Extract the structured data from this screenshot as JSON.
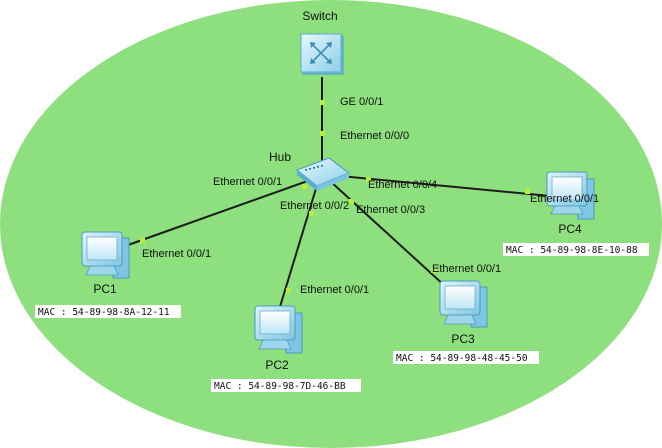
{
  "topology": {
    "background_color": "#8de07d",
    "link_color": "#1c1c1c",
    "port_dot_color": "#b9ee3a",
    "devices": {
      "switch": {
        "name": "Switch",
        "icon": "switch-icon"
      },
      "hub": {
        "name": "Hub",
        "icon": "hub-icon"
      },
      "pc1": {
        "name": "PC1",
        "icon": "pc-icon",
        "mac": "MAC : 54-89-98-8A-12-11"
      },
      "pc2": {
        "name": "PC2",
        "icon": "pc-icon",
        "mac": "MAC : 54-89-98-7D-46-BB"
      },
      "pc3": {
        "name": "PC3",
        "icon": "pc-icon",
        "mac": "MAC : 54-89-98-48-45-50"
      },
      "pc4": {
        "name": "PC4",
        "icon": "pc-icon",
        "mac": "MAC : 54-89-98-8E-10-88"
      }
    },
    "links": [
      {
        "from": "switch",
        "to": "hub",
        "from_port": "GE 0/0/1",
        "to_port": "Ethernet 0/0/0"
      },
      {
        "from": "hub",
        "to": "pc1",
        "from_port": "Ethernet 0/0/1",
        "to_port": "Ethernet 0/0/1"
      },
      {
        "from": "hub",
        "to": "pc2",
        "from_port": "Ethernet 0/0/2",
        "to_port": "Ethernet 0/0/1"
      },
      {
        "from": "hub",
        "to": "pc3",
        "from_port": "Ethernet 0/0/3",
        "to_port": "Ethernet 0/0/1"
      },
      {
        "from": "hub",
        "to": "pc4",
        "from_port": "Ethernet 0/0/4",
        "to_port": "Ethernet 0/0/1"
      }
    ]
  }
}
